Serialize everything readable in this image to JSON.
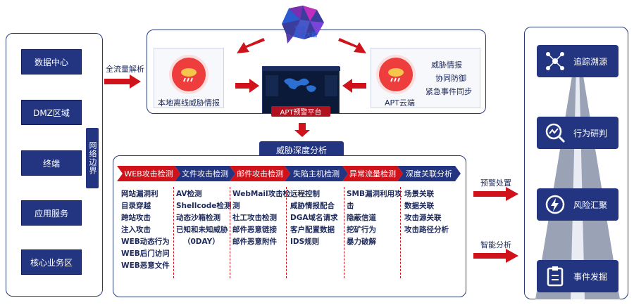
{
  "left_zones": [
    "数据中心",
    "DMZ区域",
    "终端",
    "应用服务",
    "核心业务区"
  ],
  "network_boundary": "网络边界",
  "full_traffic_label": "全流量解析",
  "brain_label": "安全\n数据大脑",
  "local_intel": "本地离线威胁情报",
  "platform_label": "APT预警平台",
  "apt_cloud": "APT云端",
  "cloud_items": [
    "威胁情报",
    "协同防御",
    "紧急事件同步"
  ],
  "deep_analysis": "威胁深度分析",
  "tabs": [
    "WEB攻击检测",
    "文件攻击检测",
    "邮件攻击检测",
    "失陷主机检测",
    "异常流量检测",
    "深度关联分析"
  ],
  "columns": [
    [
      "网站漏洞利",
      "目录穿越",
      "跨站攻击",
      "注入攻击",
      "WEB动态行为",
      "WEB后门访问",
      "WEB恶意文件"
    ],
    [
      "AV检测",
      "Shellcode检测",
      "动态沙箱检测",
      "已知和未知威胁",
      "（0DAY）"
    ],
    [
      "WebMail攻击检",
      "测",
      "社工攻击检测",
      "邮件恶意链接",
      "邮件恶意附件"
    ],
    [
      "远程控制",
      "威胁情报配合",
      "DGA域名请求",
      "客户配置数据",
      "IDS规则"
    ],
    [
      "SMB漏洞利用攻",
      "击",
      "隐蔽信道",
      "挖矿行为",
      "暴力破解"
    ],
    [
      "场景关联",
      "数据关联",
      "攻击源关联",
      "攻击路径分析"
    ]
  ],
  "warning_disposal": "预警处置",
  "smart_analysis": "智能分析",
  "right_items": [
    "追踪溯源",
    "行为研判",
    "风险汇聚",
    "事件发掘"
  ],
  "colors": {
    "navy": "#233580",
    "red": "#d0121b"
  }
}
